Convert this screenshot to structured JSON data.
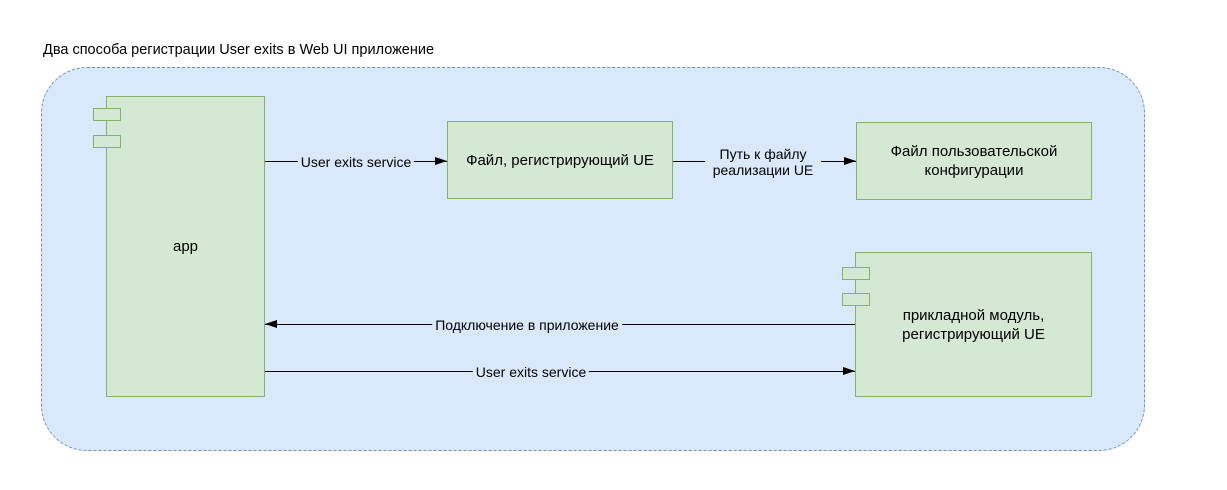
{
  "title": "Два способа регистрации User exits в Web UI приложение",
  "colors": {
    "boundary_fill": "#dae8fc",
    "boundary_border": "#6c8ebf",
    "node_fill": "#d5e8d4",
    "node_border": "#82b366",
    "line": "#000000",
    "text": "#000000",
    "page_background": "#ffffff"
  },
  "nodes": {
    "app": {
      "label": "app",
      "type": "component"
    },
    "file_reg": {
      "label": "Файл, регистрирующий UE",
      "type": "box"
    },
    "file_config": {
      "label": "Файл пользовательской конфигурации",
      "type": "box"
    },
    "module": {
      "label": "прикладной модуль, регистрирующий UE",
      "type": "component"
    }
  },
  "edges": {
    "app_to_file_reg": {
      "label": "User exits service",
      "direction": "right"
    },
    "file_reg_to_file_config": {
      "label": "Путь к файлу реализации UE",
      "direction": "right"
    },
    "module_to_app": {
      "label": "Подключение в приложение",
      "direction": "left"
    },
    "app_to_module": {
      "label": "User exits service",
      "direction": "right"
    }
  }
}
